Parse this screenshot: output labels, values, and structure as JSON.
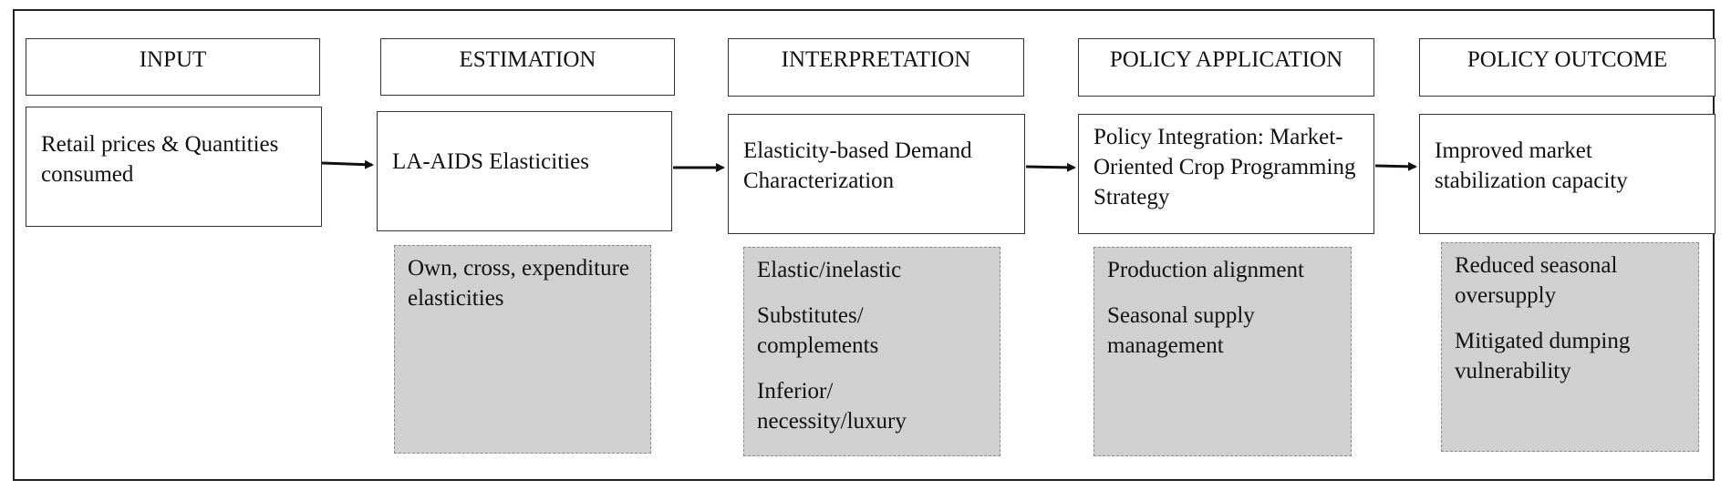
{
  "columns": [
    {
      "header": "INPUT",
      "main": "Retail prices & Quantities consumed",
      "details": []
    },
    {
      "header": "ESTIMATION",
      "main": "LA-AIDS Elasticities",
      "details": [
        "Own, cross, expenditure elasticities"
      ]
    },
    {
      "header": "INTERPRETATION",
      "main": "Elasticity-based Demand Characterization",
      "details": [
        "Elastic/inelastic",
        "Substitutes/ complements",
        "Inferior/ necessity/luxury"
      ]
    },
    {
      "header": "POLICY APPLICATION",
      "main": "Policy Integration: Market-Oriented Crop Programming Strategy",
      "details": [
        "Production alignment",
        "Seasonal supply management"
      ]
    },
    {
      "header": "POLICY OUTCOME",
      "main": "Improved market stabilization capacity",
      "details": [
        "Reduced seasonal oversupply",
        "Mitigated dumping vulnerability"
      ]
    }
  ],
  "colors": {
    "detail_fill": "#d1d0d1",
    "stroke": "#222222"
  }
}
